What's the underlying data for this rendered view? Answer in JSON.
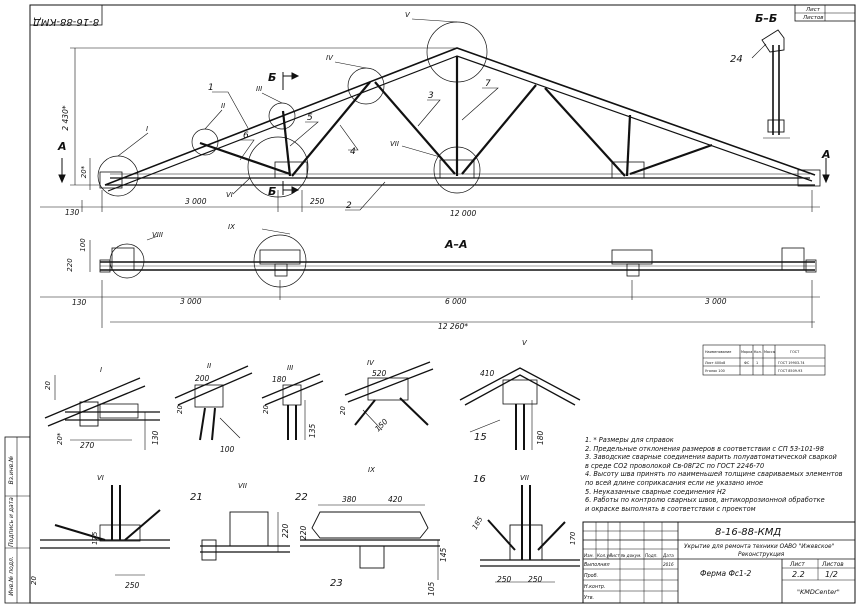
{
  "sheet": {
    "code": "8-16-88-КМД",
    "code_rotated": "8-16-88-КМД",
    "sheet_label": "Лист",
    "sheets_label": "Листов",
    "title_block": {
      "project": "Укрытие для ремонта техники ОАВО \"Ижевское\"",
      "project_line2": "Реконструкция",
      "drawing": "Ферма Фс1-2",
      "stage_label": "Лист",
      "sheets_label": "Листов",
      "stage": "2.2",
      "sheets": "1/2",
      "author": "\"KMDCenter\"",
      "cols": [
        "Изм.",
        "Кол.уч",
        "Лист",
        "№ докум.",
        "Подп.",
        "Дата"
      ],
      "roles": [
        "Выполнил",
        "Проб.",
        "Н.контр.",
        "Утв."
      ],
      "year": "2016"
    },
    "side_stamp": [
      "Вз.инв.№",
      "Подпись и дата",
      "Инв.№ подл."
    ]
  },
  "truss": {
    "dims": {
      "height": "2 430*",
      "left_off": "130",
      "panel": "3 000",
      "span": "12 000",
      "small": "250",
      "support": "20*"
    },
    "sections": {
      "aa": "А",
      "bb": "Б"
    },
    "nodes": [
      "I",
      "II",
      "III",
      "IV",
      "V",
      "VI",
      "VII"
    ],
    "members": [
      "1",
      "2",
      "3",
      "4",
      "5",
      "6",
      "7"
    ]
  },
  "plan": {
    "title": "А–А",
    "dims": {
      "h1": "100",
      "h2": "220",
      "left": "130",
      "p1": "3 000",
      "p2": "6 000",
      "p3": "3 000",
      "total": "12 260*"
    },
    "nodes": [
      "VIII",
      "IX"
    ]
  },
  "section_bb": {
    "title": "Б–Б",
    "part": "24"
  },
  "details": {
    "I": {
      "d1": "20",
      "d2": "20*",
      "d3": "270",
      "d4": "130"
    },
    "II": {
      "d1": "200",
      "d2": "20",
      "d3": "100"
    },
    "III": {
      "d1": "180",
      "d2": "20",
      "d3": "135"
    },
    "IV": {
      "d1": "520",
      "d2": "20",
      "d3": "150"
    },
    "V": {
      "d1": "410",
      "d2": "180",
      "part": "15"
    },
    "VI": {
      "d1": "175",
      "d2": "250",
      "d3": "20"
    },
    "VII_a": {
      "d1": "220",
      "part": "21"
    },
    "IX": {
      "d1": "380",
      "d2": "420",
      "d3": "220",
      "d4": "145",
      "d5": "105",
      "p1": "22",
      "p2": "23"
    },
    "VII_b": {
      "d1": "185",
      "d2": "170",
      "d3": "250",
      "d4": "250",
      "part": "16"
    }
  },
  "notes": [
    "1. * Размеры для справок",
    "2. Предельные отклонения размеров в соответствии с СП 53-101-98",
    "3. Заводские сварные соединения варить полуавтоматической сваркой",
    "   в среде СО2 проволокой Св-08Г2С по ГОСТ 2246-70",
    "4. Высоту шва принять по наименьшей толщине свариваемых элементов",
    "   по всей длине соприкасания если не указано иное",
    "5. Неуказанные сварные соединения  Н2",
    "6. Работы по контролю сварных швов, антикоррозионной обработке",
    "   и окраске выполнять в соответствии с проектом"
  ],
  "spec_table": {
    "headers": [
      "Наименование",
      "Марка",
      "Кол.",
      "Масса",
      "ГОСТ"
    ],
    "rows": [
      [
        "Лист 400х8",
        "ФС",
        "1",
        "",
        "ГОСТ 19903-74"
      ],
      [
        "Уголок 100",
        "",
        "",
        "",
        "ГОСТ 8509-93"
      ]
    ]
  }
}
